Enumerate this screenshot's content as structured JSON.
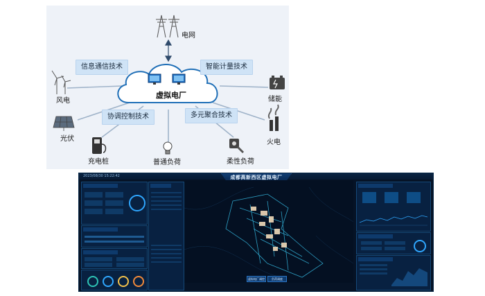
{
  "diagram": {
    "center": "虚拟电厂",
    "grid": "电网",
    "wind": "风电",
    "storage": "储能",
    "solar": "光伏",
    "thermal": "火电",
    "charger": "充电桩",
    "normal_load": "普通负荷",
    "flexible_load": "柔性负荷",
    "tech_info": "信息通信技术",
    "tech_metering": "智能计量技术",
    "tech_coord": "协调控制技术",
    "tech_aggregation": "多元聚合技术"
  },
  "dashboard": {
    "title": "成都高新西区虚拟电厂",
    "timestamp": "2023/08/30 15:22:42",
    "buttons": [
      "虚拟电厂调控",
      "负荷调度"
    ]
  },
  "colors": {
    "tech_box": "#cfe3f6",
    "connector": "#9fb3c9",
    "dashboard_bg": "#061326",
    "map_road": "#35b8e0",
    "map_building": "#f1d9b8"
  }
}
